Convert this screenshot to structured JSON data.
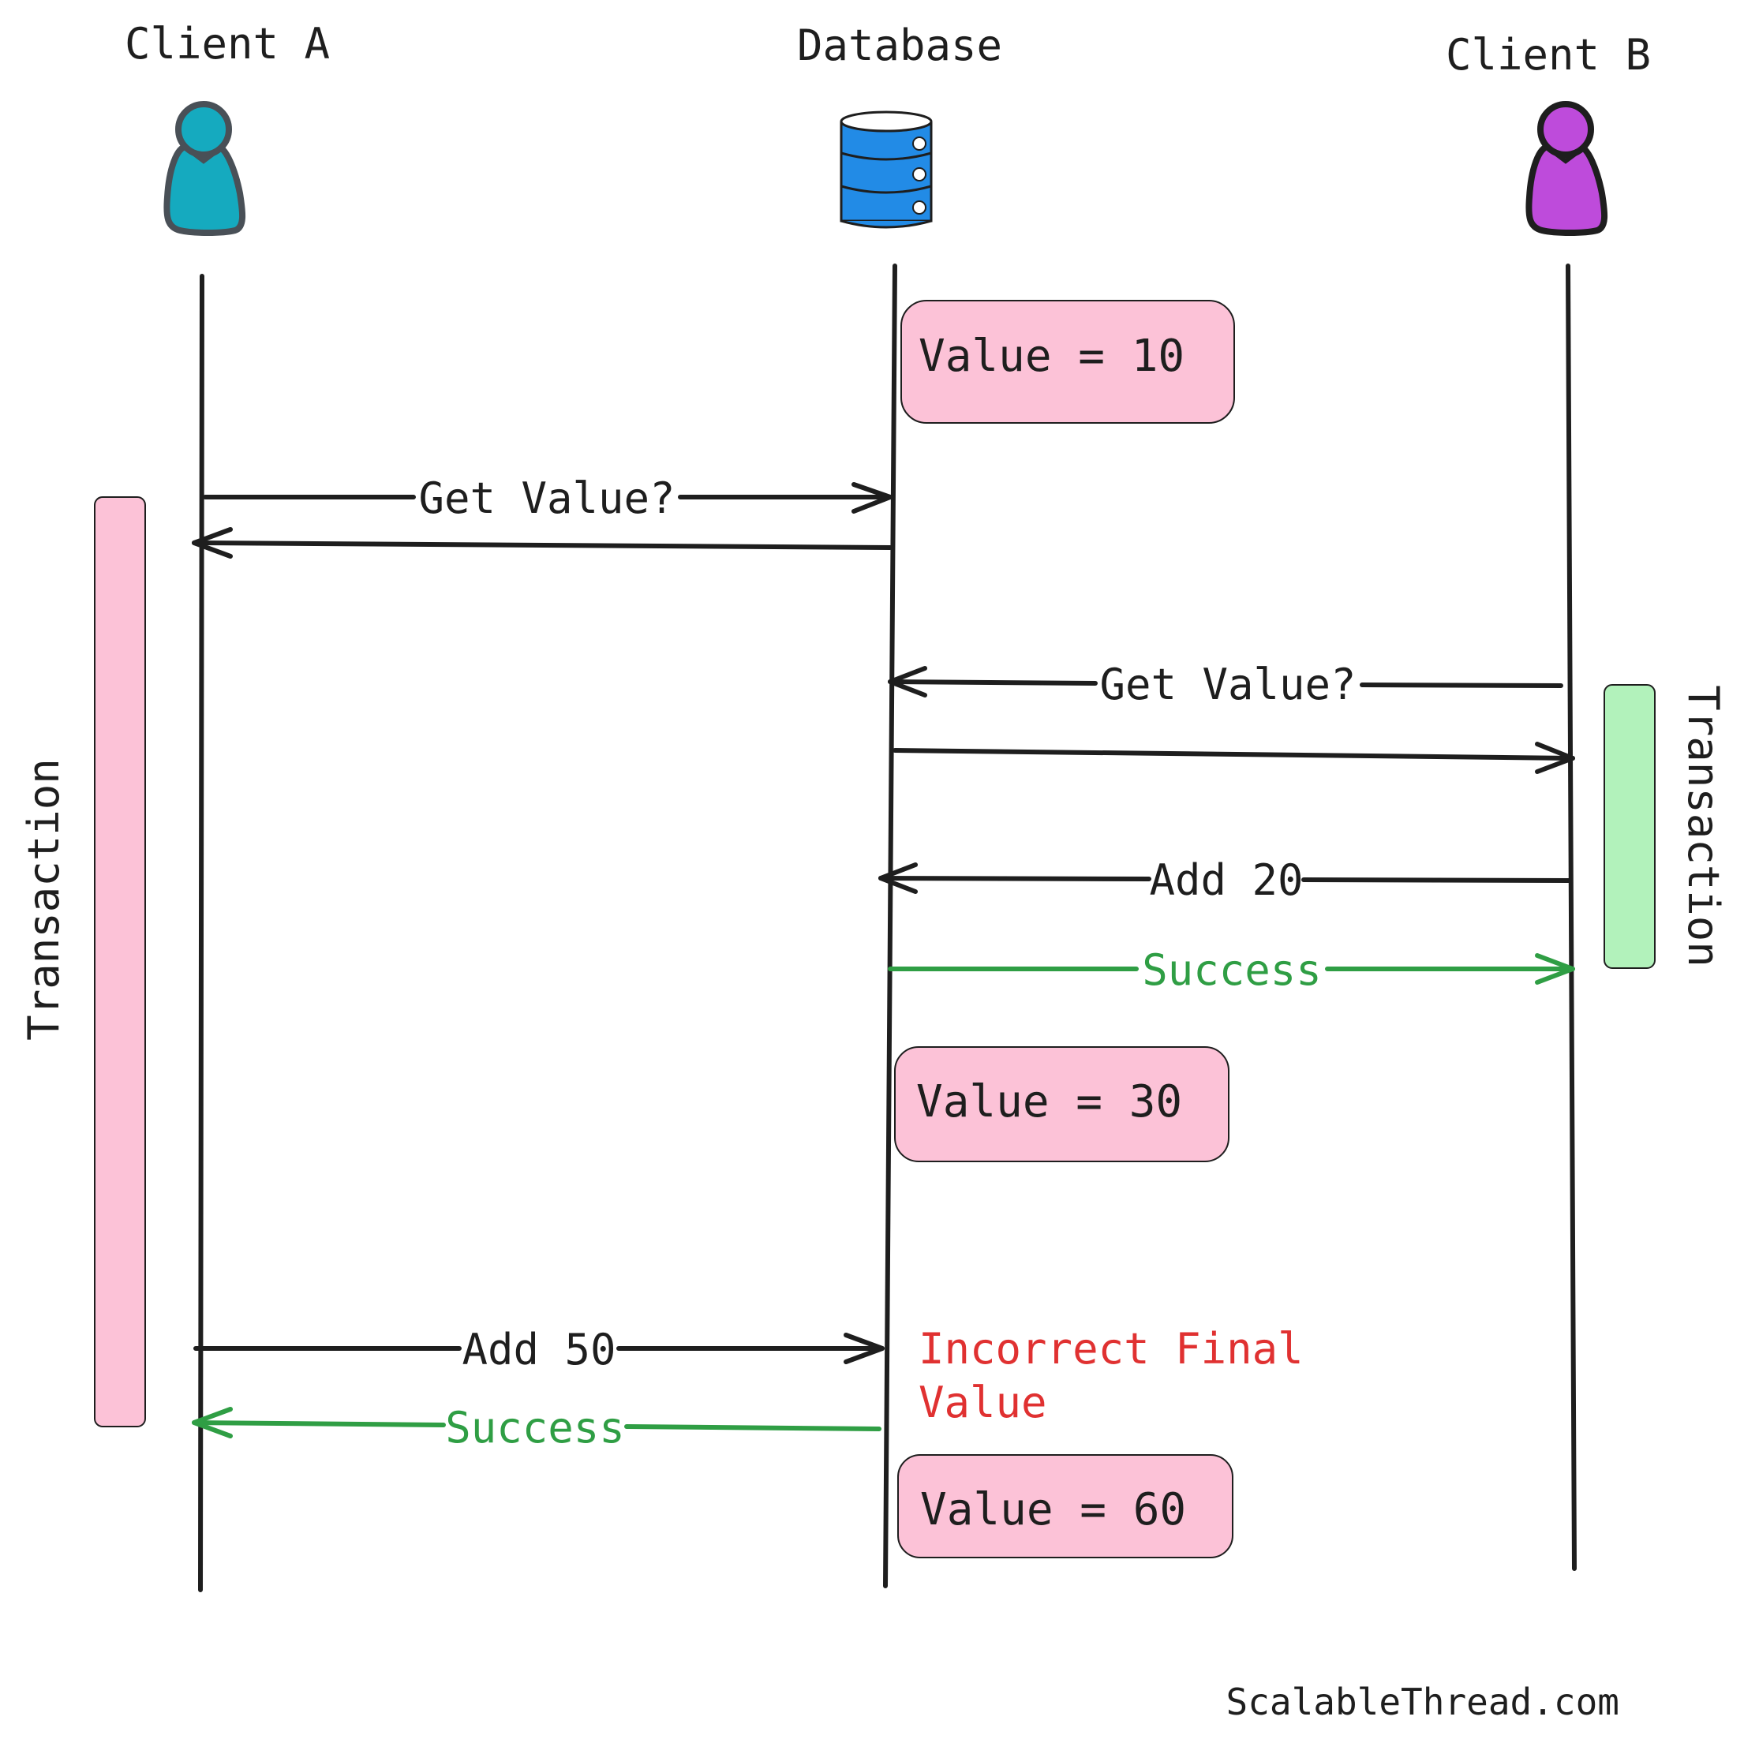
{
  "actors": {
    "client_a": {
      "label": "Client A",
      "color": "#15aabf"
    },
    "database": {
      "label": "Database",
      "color": "#228be6"
    },
    "client_b": {
      "label": "Client B",
      "color": "#be4bdb"
    }
  },
  "state_boxes": {
    "value_1": "Value = 10",
    "value_2": "Value = 30",
    "value_3": "Value = 60"
  },
  "messages": {
    "a_get_value": "Get Value?",
    "b_get_value": "Get Value?",
    "b_add": "Add 20",
    "b_success": "Success",
    "a_add": "Add 50",
    "a_success": "Success"
  },
  "transactions": {
    "client_a_label": "Transaction",
    "client_b_label": "Transaction"
  },
  "warning": {
    "line1": "Incorrect Final",
    "line2": "Value"
  },
  "footer": {
    "site": "ScalableThread.com"
  },
  "colors": {
    "ink": "#1e1e1e",
    "success": "#2f9e44",
    "error": "#e03131",
    "pink_fill": "#fcc2d7",
    "green_fill": "#b2f2bb"
  }
}
